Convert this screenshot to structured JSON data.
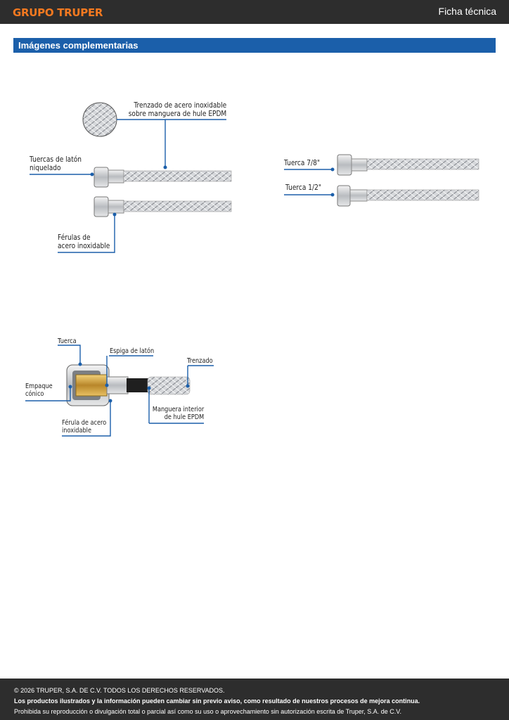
{
  "header": {
    "brand": "GRUPO TRUPER",
    "doc_type": "Ficha técnica"
  },
  "section": {
    "title": "Imágenes complementarias"
  },
  "figure1": {
    "braid_label": "Trenzado de acero inoxidable\nsobre manguera de hule EPDM",
    "nuts_label": "Tuercas de latón\nniquelado",
    "ferrules_label": "Férulas de\nacero inoxidable"
  },
  "figure2": {
    "nut_78_label": "Tuerca 7/8\"",
    "nut_12_label": "Tuerca 1/2\""
  },
  "figure3": {
    "nut_label": "Tuerca",
    "spigot_label": "Espiga de latón",
    "braid_label": "Trenzado",
    "gasket_label": "Empaque\ncónico",
    "hose_label": "Manguera interior\nde hule EPDM",
    "ferrule_label": "Férula de acero\ninoxidable"
  },
  "footer": {
    "copyright": "© 2026 TRUPER, S.A. DE C.V. TODOS LOS DERECHOS RESERVADOS.",
    "notice": "Los productos ilustrados y la información pueden cambiar sin previo aviso, como resultado de nuestros procesos de mejora continua.",
    "prohibition": "Prohibida su reproducción o divulgación total o parcial así como su uso o aprovechamiento sin autorización escrita de Truper, S.A. de C.V."
  },
  "colors": {
    "brand_orange": "#f47920",
    "section_blue": "#1b5faa",
    "dark_bar": "#2d2d2d",
    "callout_blue": "#1b5faa"
  }
}
